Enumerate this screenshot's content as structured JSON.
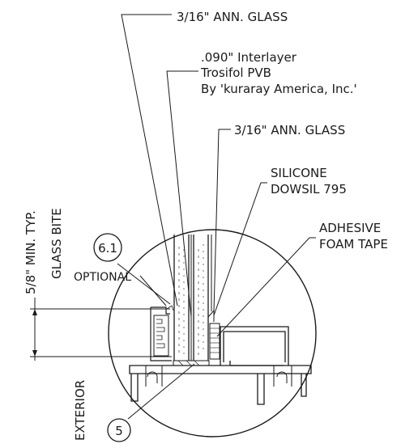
{
  "labels": {
    "outer_glass": "3/16\" ANN. GLASS",
    "interlayer_line1": ".090\" Interlayer",
    "interlayer_line2": "Trosifol PVB",
    "interlayer_line3": "By 'kuraray America, Inc.'",
    "inner_glass": "3/16\" ANN. GLASS",
    "silicone_line1": "SILICONE",
    "silicone_line2": "DOWSIL 795",
    "tape_line1": "ADHESIVE",
    "tape_line2": "FOAM TAPE",
    "bite_typ": "5/8\" MIN. TYP.",
    "bite_name": "GLASS BITE",
    "optional": "OPTIONAL",
    "exterior": "EXTERIOR"
  },
  "callouts": {
    "item_a": "6.1",
    "item_b": "5"
  },
  "colors": {
    "ink": "#1a1a1a",
    "background": "#ffffff"
  }
}
